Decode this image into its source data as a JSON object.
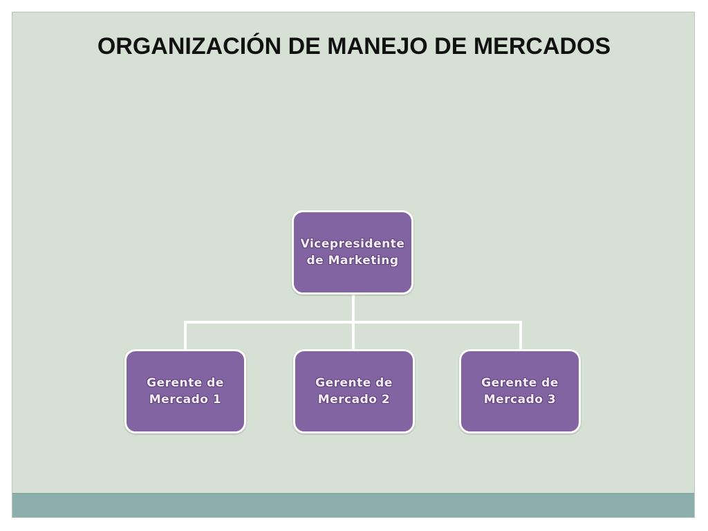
{
  "slide": {
    "title": "ORGANIZACIÓN DE MANEJO DE MERCADOS"
  },
  "org_chart": {
    "root": {
      "label": "Vicepresidente\nde Marketing"
    },
    "children": [
      {
        "label": "Gerente de\nMercado 1"
      },
      {
        "label": "Gerente de\nMercado 2"
      },
      {
        "label": "Gerente de\nMercado 3"
      }
    ]
  },
  "colors": {
    "background": "#d6e0d5",
    "band": "#8cafae",
    "node_fill": "#8264a2",
    "node_border": "#ffffff",
    "connector": "#ffffff"
  }
}
